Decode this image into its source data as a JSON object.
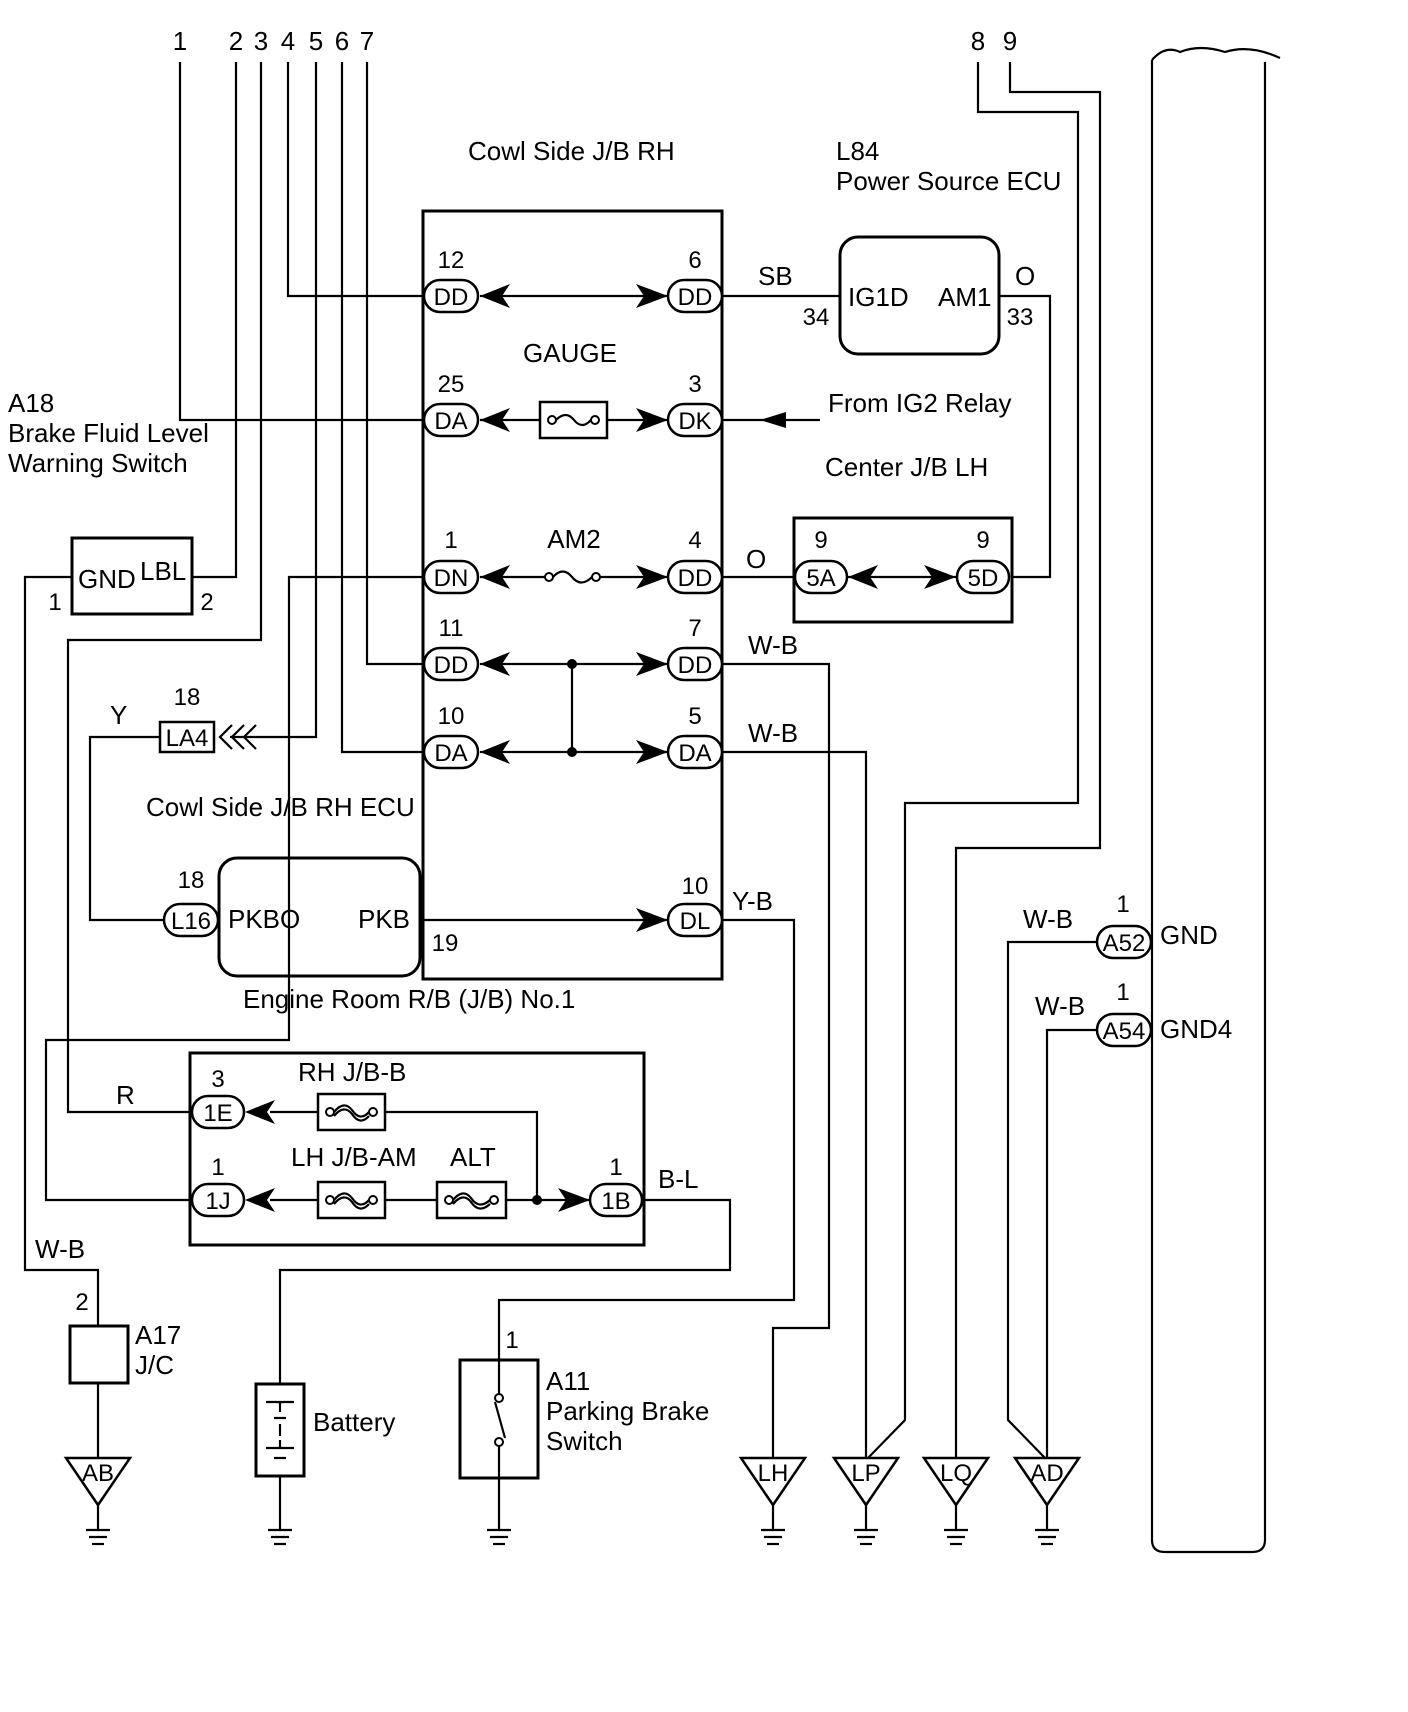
{
  "top_numbers": [
    "1",
    "2",
    "3",
    "4",
    "5",
    "6",
    "7",
    "8",
    "9"
  ],
  "labels": {
    "cowl_jb_rh": "Cowl Side J/B RH",
    "l84": "L84",
    "power_source_ecu": "Power Source ECU",
    "gauge": "GAUGE",
    "from_ig2": "From IG2 Relay",
    "center_jb_lh": "Center J/B LH",
    "am2": "AM2",
    "a18": "A18",
    "brake_fluid_1": "Brake Fluid Level",
    "brake_fluid_2": "Warning Switch",
    "cowl_jb_rh_ecu": "Cowl Side J/B RH ECU",
    "engine_room_rb": "Engine Room R/B (J/B) No.1",
    "rh_jb_b": "RH J/B-B",
    "lh_jb_am": "LH J/B-AM",
    "alt": "ALT",
    "a17": "A17",
    "jc": "J/C",
    "battery": "Battery",
    "a11": "A11",
    "parking_brake_1": "Parking Brake",
    "parking_brake_2": "Switch",
    "ig1d": "IG1D",
    "am1": "AM1",
    "gnd": "GND",
    "lbl": "LBL",
    "pkbo": "PKBO",
    "pkb": "PKB",
    "gnd_a52": "GND",
    "gnd4": "GND4"
  },
  "wire_colors": {
    "sb": "SB",
    "o1": "O",
    "o2": "O",
    "wb1": "W-B",
    "wb2": "W-B",
    "y": "Y",
    "yb": "Y-B",
    "r": "R",
    "bl": "B-L",
    "wb3": "W-B",
    "wb_a52": "W-B",
    "wb_a54": "W-B"
  },
  "pins": {
    "p12": "12",
    "p6": "6",
    "p34": "34",
    "p33": "33",
    "p25": "25",
    "p3": "3",
    "p1a": "1",
    "p4": "4",
    "p9a": "9",
    "p9b": "9",
    "p11": "11",
    "p7": "7",
    "p10a": "10",
    "p5": "5",
    "p18a": "18",
    "p18b": "18",
    "p10b": "10",
    "p19": "19",
    "p1gnd": "1",
    "p2lbl": "2",
    "p3e": "3",
    "p1j": "1",
    "p1b": "1",
    "p2jc": "2",
    "p1sw": "1",
    "p1a52": "1",
    "p1a54": "1"
  },
  "connectors": {
    "dd_l1": "DD",
    "dd_r1": "DD",
    "da_l1": "DA",
    "dk": "DK",
    "dn": "DN",
    "dd_r2": "DD",
    "c5a": "5A",
    "c5d": "5D",
    "dd_l2": "DD",
    "dd_r3": "DD",
    "da_l2": "DA",
    "da_r2": "DA",
    "la4": "LA4",
    "l16": "L16",
    "dl": "DL",
    "c1e": "1E",
    "c1j": "1J",
    "c1b": "1B",
    "a52": "A52",
    "a54": "A54"
  },
  "grounds": {
    "ab": "AB",
    "lh": "LH",
    "lp": "LP",
    "lq": "LQ",
    "ad": "AD"
  }
}
